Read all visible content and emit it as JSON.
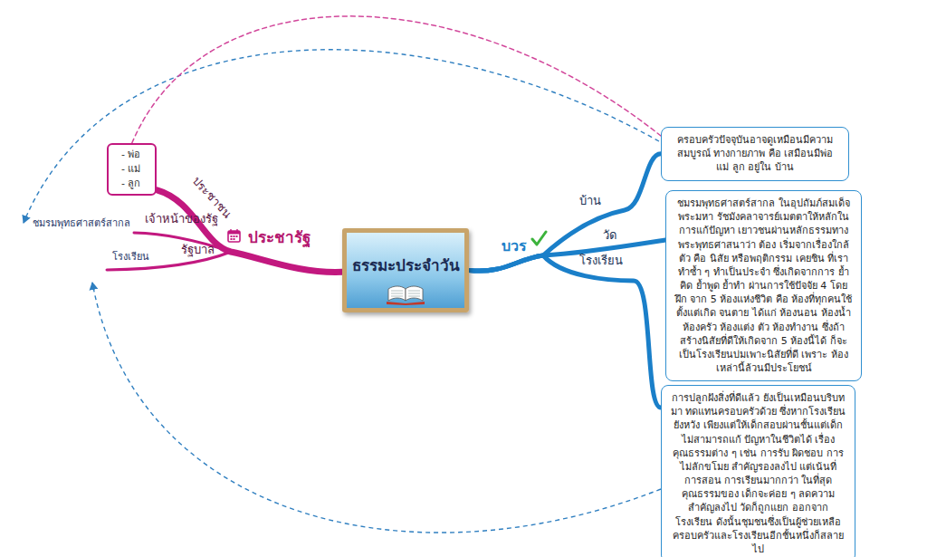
{
  "diagram": {
    "nodes": [
      {
        "text": [
          "ธรรมะประจำวัน"
        ]
      },
      {
        "text": [
          "- พ่อ",
          "- แม่",
          "- ลูก"
        ]
      },
      {
        "text": [
          "ครอบครัวปัจจุบันอาจดูเหมือนมีความสมบูรณ์ ทางกายภาพ คือ เสมือนมีพ่อ แม่ ลูก อยู่ใน บ้าน"
        ]
      },
      {
        "text": [
          "ชมรมพุทธศาสตร์สากล ในอุปถัมภ์สมเด็จพระมหา รัชมังคลาจารย์เมตตาให้หลักในการแก้ปัญหา เยาวชนผ่านหลักธรรมทางพระพุทธศาสนาว่า ต้อง เริ่มจากเรื่องใกล้ตัว คือ นิสัย หรือพฤติกรรม เคยชิน ที่เราทำซ้ำ ๆ ทำเป็นประจำ ซึ่งเกิดจากการ ย้ำคิด ย้ำพูด ย้ำทำ ผ่านการใช้ปัจจัย 4 โดยฝึก จาก 5 ห้องแห่งชีวิต คือ ห้องที่ทุกคนใช้ตั้งแต่เกิด จนตาย ได้แก่ ห้องนอน ห้องน้ำ ห้องครัว ห้องแต่ง ตัว ห้องทำงาน ซึ่งถ้าสร้างนิสัยที่ดีให้เกิดจาก 5 ห้องนี้ได้ ก็จะเป็นโรงเรียนบ่มเพาะนิสัยที่ดี เพราะ ห้องเหล่านี้ล้วนมีประโยชน์"
        ]
      },
      {
        "text": [
          "การปลูกฝังสิ่งที่ดีแล้ว ยังเป็นเหมือนบริบทมา ทดแทนครอบครัวด้วย ซึ่งหากโรงเรียนยังหวัง เพียงแต่ให้เด็กสอบผ่านชั้นแต่เด็กไม่สามารถแก้ ปัญหาในชีวิตได้ เรื่องคุณธรรมต่าง ๆ เช่น การรับ ผิดชอบ การไม่ลักขโมย สำคัญรองลงไป แต่เน้นที่ การสอน การเรียนมากกว่า ในที่สุดคุณธรรมของ เด็กจะค่อย ๆ ลดความสำคัญลงไป วัดก็ถูกแยก ออกจากโรงเรียน ดังนั้นชุมชนซึ่งเป็นผู้ช่วยเหลือ ครอบครัวและโรงเรียนอีกชั้นหนึ่งก็สลายไป"
        ]
      }
    ],
    "edges": [
      {
        "from": 0,
        "to": 1,
        "arrow": "none"
      },
      {
        "from": 0,
        "to": 2,
        "arrow": "none"
      },
      {
        "from": 0,
        "to": 3,
        "arrow": "none"
      },
      {
        "from": 0,
        "to": 4,
        "arrow": "none"
      },
      {
        "from": 1,
        "to": 2,
        "arrow": "none"
      }
    ],
    "labels": [
      "ประชารัฐ",
      "ประชาชน",
      "เจ้าหน้าของรัฐ",
      "รัฐบาล",
      "ชมรมพุทธศาสตร์สากล",
      "โรงเรียน",
      "บวร",
      "บ้าน",
      "วัด",
      "โรงเรียน"
    ]
  }
}
